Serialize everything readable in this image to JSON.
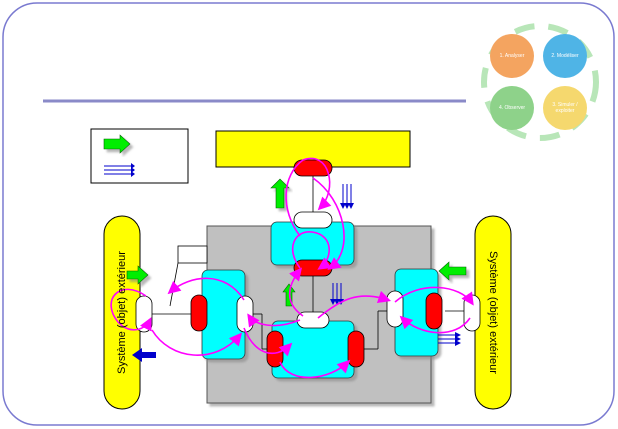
{
  "slide": {
    "left_system_label": "Système (objet) extérieur",
    "right_system_label": "Système (objet) extérieur"
  },
  "cycle_logo": {
    "steps": [
      "1. Analyser",
      "2. Modéliser",
      "3. Simuler / exploiter",
      "4. Observer"
    ],
    "colors": [
      "#f4a460",
      "#4fb4e6",
      "#f5d86e",
      "#8ed28a"
    ]
  },
  "colors": {
    "slide_border": "#7a7ad0",
    "title_rule": "#8a8ac8",
    "external_system_fill": "#ffff00",
    "cyan_block": "#00ffff",
    "red_connector": "#ff0000",
    "flow_curve": "#ff00ff",
    "energy_arrow": "#00ee00",
    "info_arrow": "#0000cc",
    "system_fill": "#c0c0c0"
  }
}
